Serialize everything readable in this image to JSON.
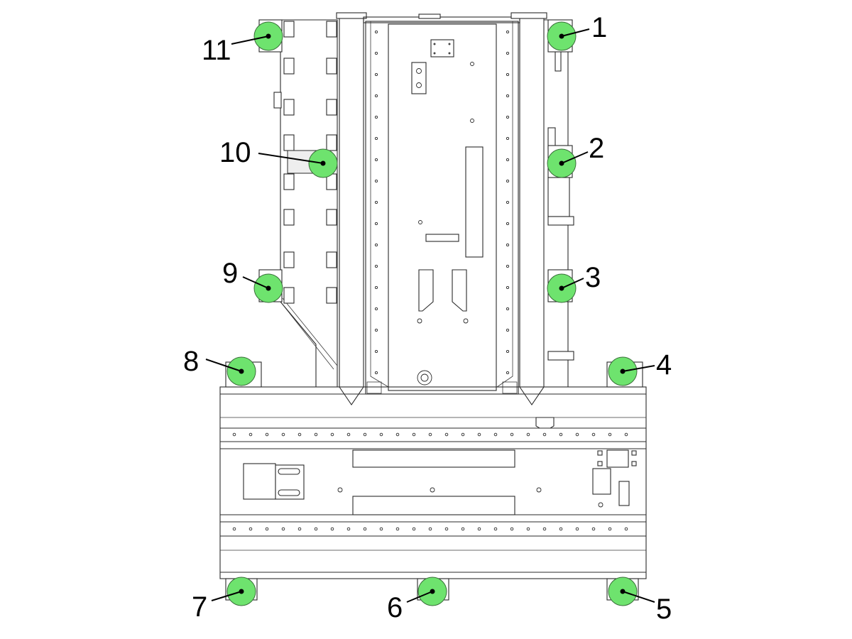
{
  "colors": {
    "marker_fill": "#6ee36e",
    "line": "#2a2a2a",
    "background": "#ffffff"
  },
  "callouts": [
    {
      "label": "1"
    },
    {
      "label": "2"
    },
    {
      "label": "3"
    },
    {
      "label": "4"
    },
    {
      "label": "5"
    },
    {
      "label": "6"
    },
    {
      "label": "7"
    },
    {
      "label": "8"
    },
    {
      "label": "9"
    },
    {
      "label": "10"
    },
    {
      "label": "11"
    }
  ]
}
